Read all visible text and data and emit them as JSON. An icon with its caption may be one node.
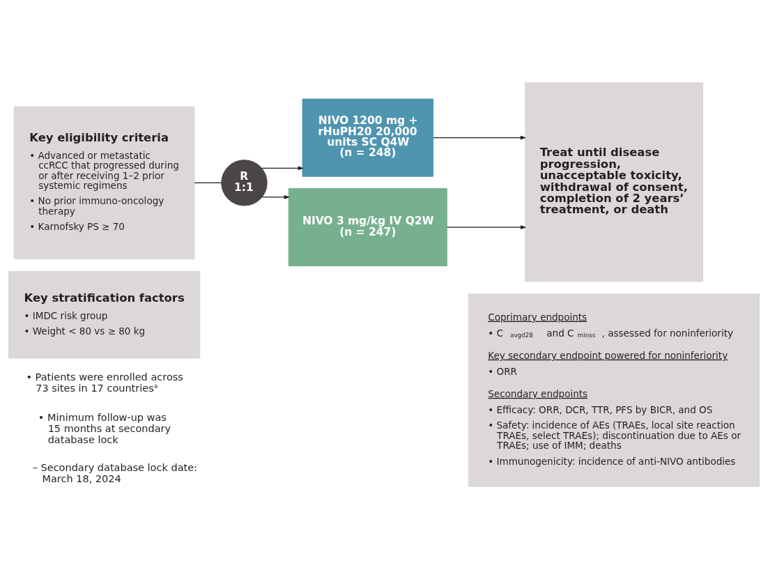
{
  "diagram": {
    "nodes": [
      {
        "text": [
          "Key eligibility criteria",
          "• Advanced or metastatic ccRCC that progressed during or after receiving 1–2 prior systemic regimens",
          "• No prior immuno-oncology therapy",
          "• Karnofsky PS ≥ 70"
        ]
      },
      {
        "text": [
          "R 1:1"
        ]
      },
      {
        "text": [
          "NIVO 1200 mg + rHuPH20 20,000 units SC Q4W (n = 248)"
        ]
      },
      {
        "text": [
          "NIVO 3 mg/kg IV Q2W (n = 247)"
        ]
      },
      {
        "text": [
          "Treat until disease progression, unacceptable toxicity, withdrawal of consent, completion of 2 years’ treatment, or death"
        ]
      },
      {
        "text": [
          "Key stratification factors",
          "• IMDC risk group",
          "• Weight < 80 vs ≥ 80 kg"
        ]
      },
      {
        "text": [
          "Coprimary endpoints",
          "• C$_{avgd28}$ and C$_{minss}$, assessed for noninferiority",
          "Key secondary endpoint powered for noninferiority",
          "• ORR",
          "Secondary endpoints",
          "• Efficacy: ORR, DCR, TTR, PFS by BICR, and OS",
          "• Safety: incidence of AEs (TRAEs, local site reaction TRAEs, select TRAEs); discontinuation due to AEs or TRAEs; use of IMM; deaths",
          "• Immunogenicity: incidence of anti-NIVO antibodies"
        ]
      }
    ],
    "edges": [
      {
        "from": 0,
        "to": 1,
        "arrow": "none"
      },
      {
        "from": 1,
        "to": 2,
        "arrow": "to"
      },
      {
        "from": 1,
        "to": 3,
        "arrow": "to"
      },
      {
        "from": 2,
        "to": 4,
        "arrow": "to"
      },
      {
        "from": 3,
        "to": 4,
        "arrow": "to"
      }
    ],
    "labels": [
      "• Patients were enrolled across 73 sites in 17 countries$^{a}$",
      "• Minimum follow-up was 15 months at secondary database lock",
      "– Secondary database lock date: March 18, 2024"
    ]
  }
}
